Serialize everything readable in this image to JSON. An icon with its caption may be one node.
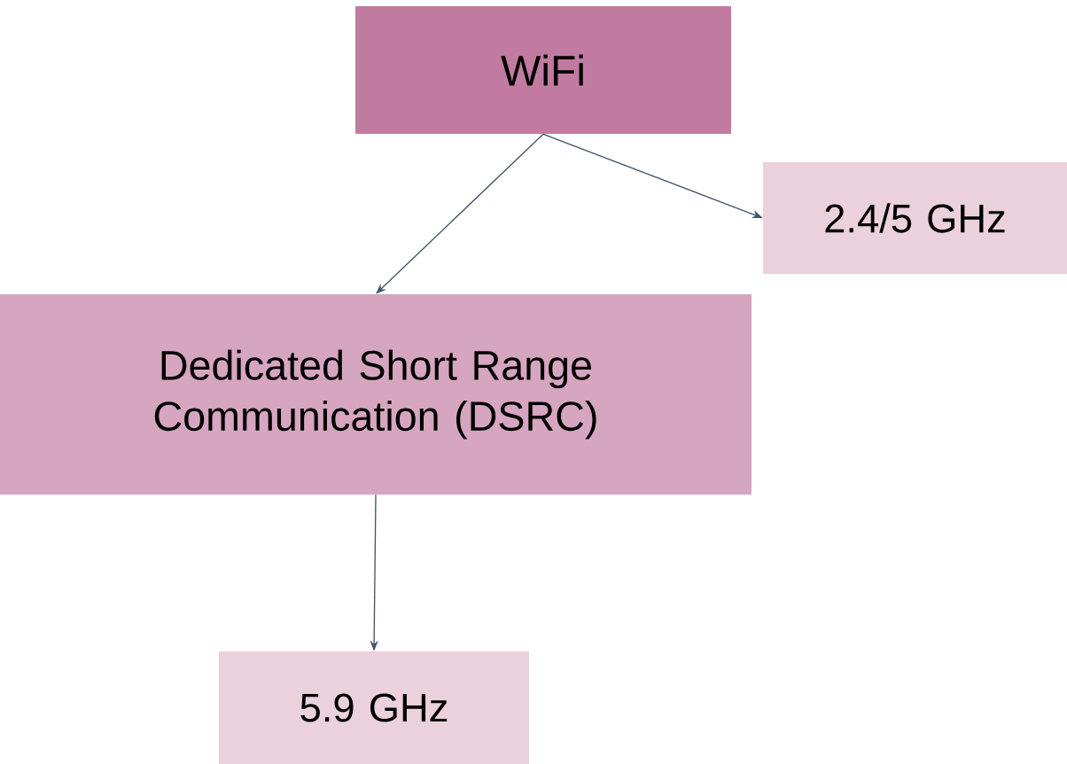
{
  "diagram": {
    "nodes": [
      {
        "text": [
          "WiFi"
        ]
      },
      {
        "text": [
          "2.4/5 GHz"
        ]
      },
      {
        "text": [
          "Dedicated Short Range Communication (DSRC)"
        ]
      },
      {
        "text": [
          "5.9 GHz"
        ]
      }
    ],
    "edges": [
      {
        "from": 0,
        "to": 2,
        "arrow": "to"
      },
      {
        "from": 0,
        "to": 1,
        "arrow": "to"
      },
      {
        "from": 2,
        "to": 3,
        "arrow": "to"
      }
    ]
  }
}
